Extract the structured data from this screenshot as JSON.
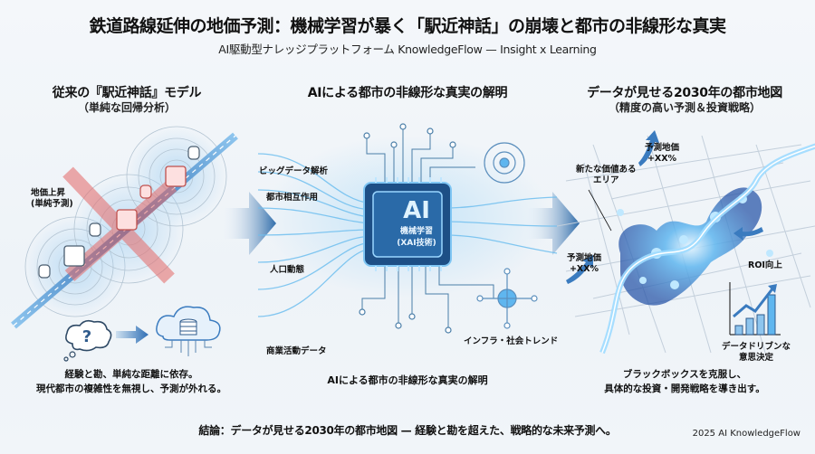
{
  "header": {
    "title": "鉄道路線延伸の地価予測：機械学習が暴く「駅近神話」の崩壊と都市の非線形な真実",
    "subtitle": "AI駆動型ナレッジプラットフォーム KnowledgeFlow — Insight x Learning"
  },
  "panels": [
    {
      "title": "従来の『駅近神話』モデル",
      "subtitle": "（単純な回帰分析）",
      "labels": [
        "地価上昇",
        "(単純予測)"
      ],
      "icons": [
        "railway-line",
        "station-pin-icon",
        "building-icon",
        "red-cross-mark",
        "question-cloud-icon",
        "arrow-right-icon",
        "data-cloud-icon"
      ],
      "caption": [
        "経験と勘、単純な距離に依存。",
        "現代都市の複雑性を無視し、予測が外れる。"
      ]
    },
    {
      "title": "AIによる都市の非線形な真実の解明",
      "chip": {
        "main": "AI",
        "line1": "機械学習",
        "line2": "(XAI技術)"
      },
      "inputs": [
        "ビッグデータ解析",
        "都市相互作用",
        "人口動態",
        "商業活動データ"
      ],
      "outputs": [
        "インフラ・社会トレンド"
      ],
      "caption": [
        "AIによる都市の非線形な真実の解明"
      ]
    },
    {
      "title": "データが見せる2030年の都市地図",
      "subtitle": "（精度の高い予測＆投資戦略）",
      "labels": {
        "price_top": [
          "予測地価",
          "+XX%"
        ],
        "new_area": [
          "新たな価値ある",
          "エリア"
        ],
        "price_left": [
          "予測地価",
          "+XX%"
        ],
        "roi": "ROI向上",
        "decision": [
          "データドリブンな",
          "意思決定"
        ]
      },
      "chart_bars": [
        1,
        2,
        2.5,
        5
      ],
      "caption": [
        "ブラックボックスを克服し、",
        "具体的な投資・開発戦略を導き出す。"
      ]
    }
  ],
  "footer": {
    "conclusion": "結論：データが見せる2030年の都市地図 — 経験と勘を超えた、戦略的な未来予測へ。",
    "credit": "2025 AI KnowledgeFlow"
  },
  "colors": {
    "background": "#f1f5f9",
    "accent_blue": "#3a7bbf",
    "glow_blue": "#5fb6ef",
    "red_cross": "#e57373",
    "chip_dark": "#1d4f86"
  }
}
